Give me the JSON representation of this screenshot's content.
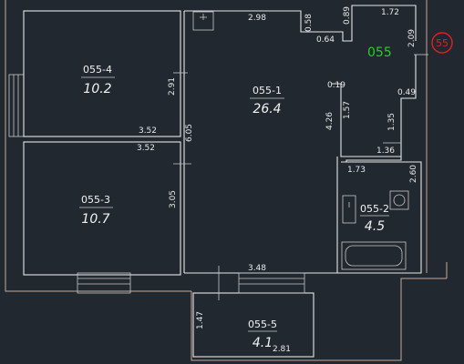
{
  "apartment": {
    "number": "055",
    "badge": "55"
  },
  "rooms": [
    {
      "code": "055-4",
      "area": "10.2"
    },
    {
      "code": "055-1",
      "area": "26.4"
    },
    {
      "code": "055-3",
      "area": "10.7"
    },
    {
      "code": "055-2",
      "area": "4.5"
    },
    {
      "code": "055-5",
      "area": "4.1"
    }
  ],
  "dimensions": [
    "2.98",
    "0.58",
    "0.64",
    "0.89",
    "1.72",
    "2.09",
    "2.91",
    "0.19",
    "0.49",
    "1.57",
    "1.35",
    "4.26",
    "6.05",
    "3.52",
    "3.52",
    "1.36",
    "1.73",
    "2.60",
    "3.05",
    "3.48",
    "1.47",
    "2.81"
  ],
  "colors": {
    "background": "#212830",
    "walls": "#e6e6e6",
    "outline": "#c8a898",
    "apartment_number": "#23d023",
    "badge": "#e02020"
  }
}
